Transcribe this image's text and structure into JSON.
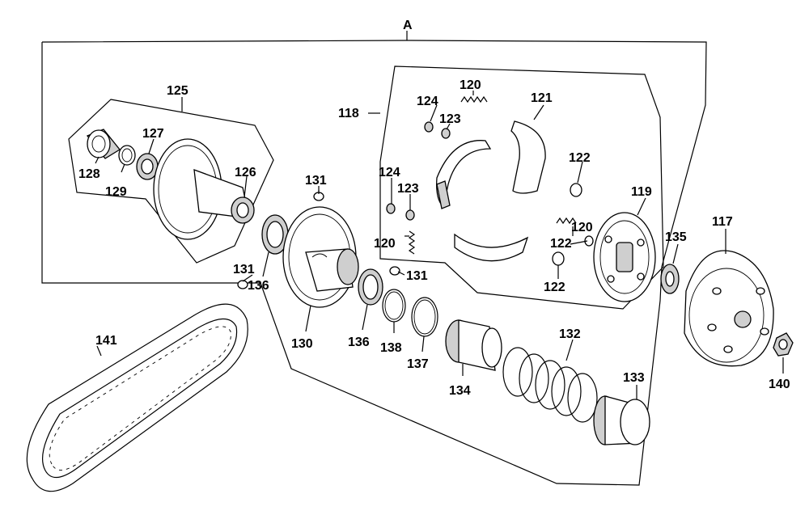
{
  "diagram": {
    "assembly_label": "A",
    "labels": {
      "p117": "117",
      "p118": "118",
      "p119": "119",
      "p120a": "120",
      "p120b": "120",
      "p120c": "120",
      "p121": "121",
      "p122a": "122",
      "p122b": "122",
      "p122c": "122",
      "p123a": "123",
      "p123b": "123",
      "p124a": "124",
      "p124b": "124",
      "p125": "125",
      "p126": "126",
      "p127": "127",
      "p128": "128",
      "p129": "129",
      "p130": "130",
      "p131a": "131",
      "p131b": "131",
      "p131c": "131",
      "p132": "132",
      "p133": "133",
      "p134": "134",
      "p135": "135",
      "p136a": "136",
      "p136b": "136",
      "p137": "137",
      "p138": "138",
      "p140": "140",
      "p141": "141"
    },
    "colors": {
      "line": "#000000",
      "background": "#ffffff",
      "shade": "#cfcfcf"
    }
  }
}
